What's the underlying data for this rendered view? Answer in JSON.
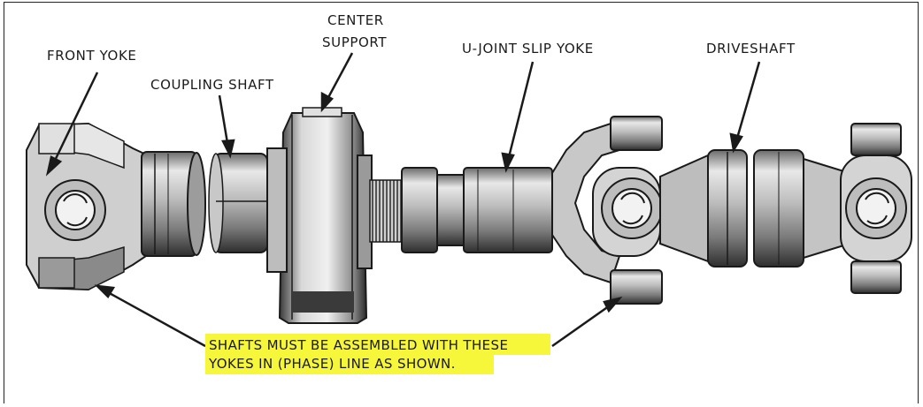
{
  "labels": {
    "front_yoke": "FRONT YOKE",
    "coupling_shaft": "COUPLING SHAFT",
    "center_support_line1": "CENTER",
    "center_support_line2": "SUPPORT",
    "u_joint_slip_yoke": "U-JOINT SLIP YOKE",
    "driveshaft": "DRIVESHAFT"
  },
  "note": {
    "line1": "SHAFTS MUST BE ASSEMBLED WITH THESE",
    "line2": "YOKES IN (PHASE) LINE AS SHOWN.",
    "highlight_color": "#f6f63a"
  },
  "colors": {
    "ink": "#1a1a1a",
    "metal_light": "#dcdcdc",
    "metal_mid": "#a8a8a8",
    "metal_dark": "#4a4a4a"
  }
}
